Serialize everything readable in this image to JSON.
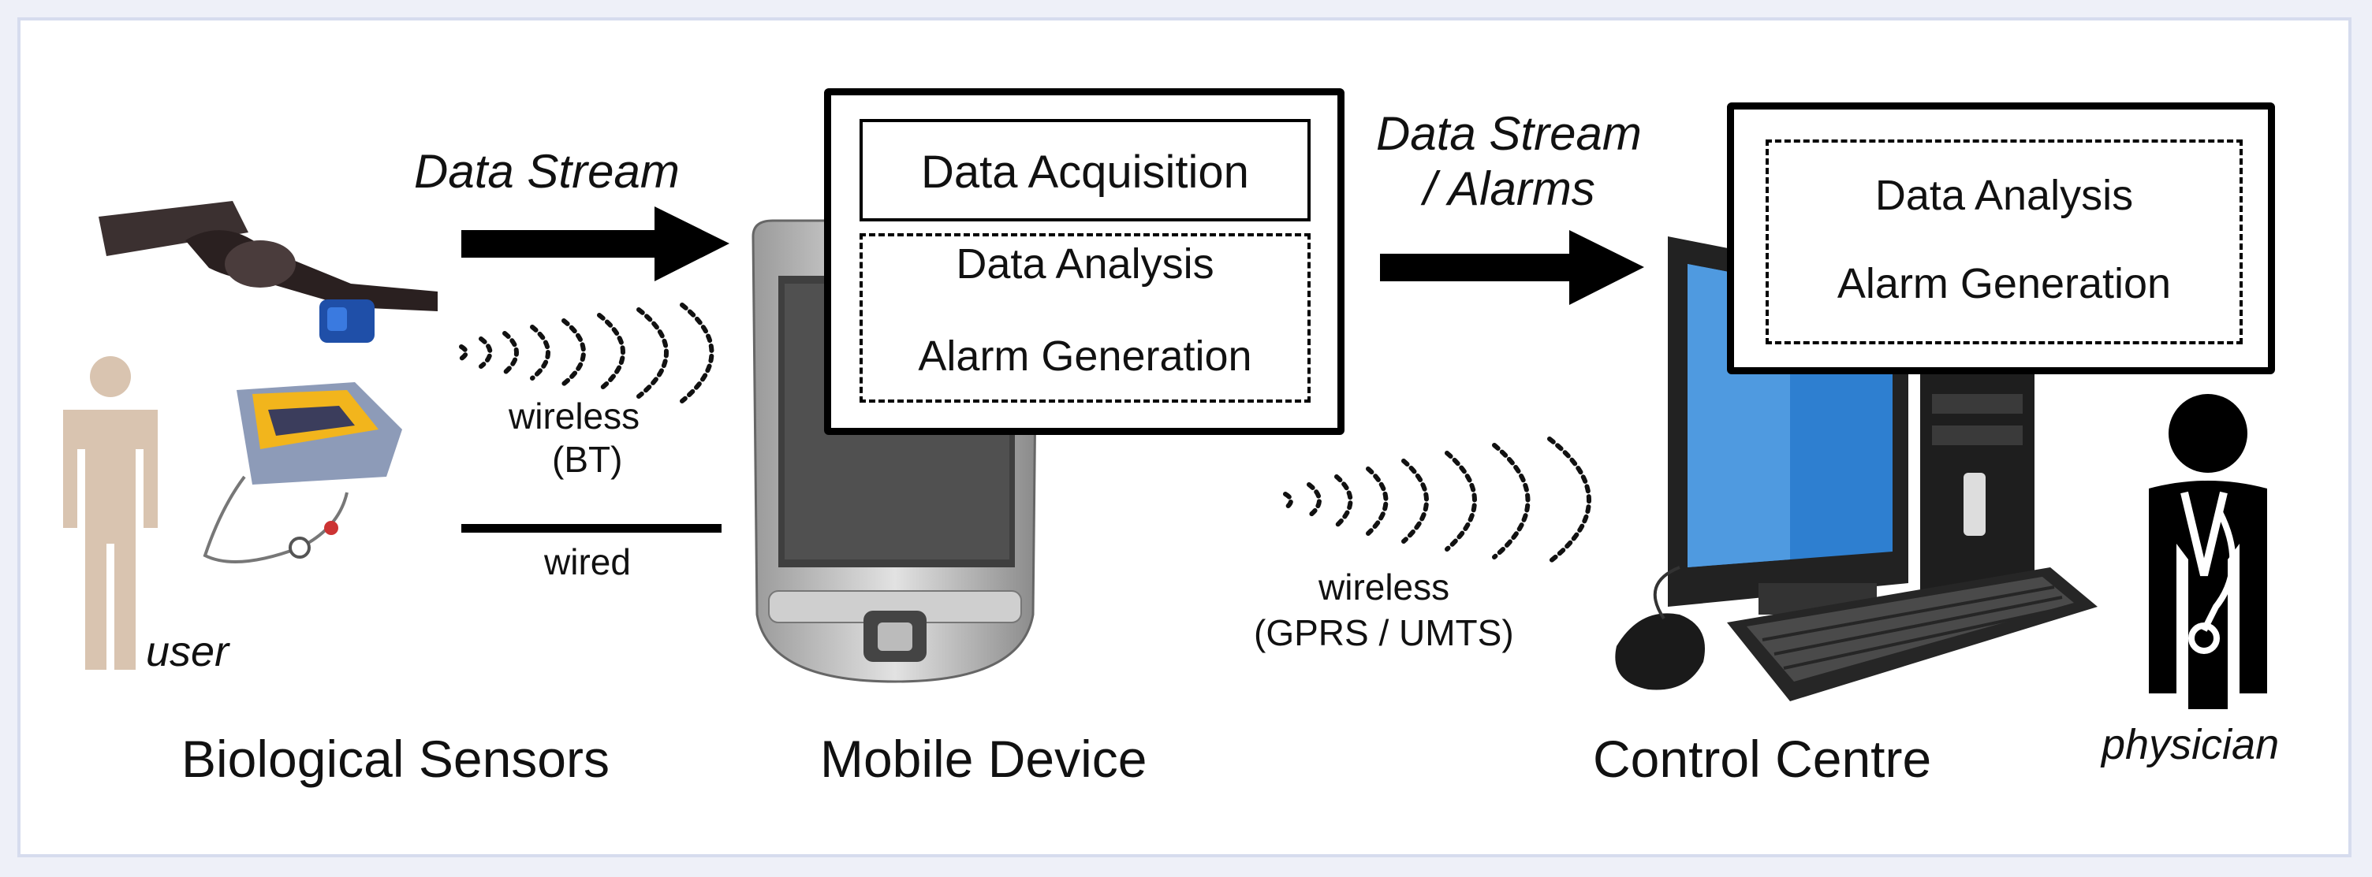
{
  "sensors": {
    "stream_label": "Data Stream",
    "wireless_label": "wireless",
    "wireless_sub": "(BT)",
    "wired_label": "wired",
    "user_label": "user",
    "caption": "Biological Sensors"
  },
  "mobile": {
    "box_item_1": "Data Acquisition",
    "box_item_2": "Data Analysis",
    "box_item_3": "Alarm Generation",
    "caption": "Mobile Device"
  },
  "link": {
    "stream_label_1": "Data Stream",
    "stream_label_2": "/ Alarms",
    "wireless_label": "wireless",
    "wireless_sub": "(GPRS / UMTS)"
  },
  "control": {
    "box_item_1": "Data Analysis",
    "box_item_2": "Alarm Generation",
    "caption": "Control Centre",
    "physician_label": "physician"
  },
  "colors": {
    "frame_border": "#d6dcee",
    "skin": "#d9c4b0",
    "screen_blue": "#2e7fd0",
    "strap": "#3b3030",
    "sensor_yellow": "#f2b51c"
  },
  "icons": [
    "user-figure-icon",
    "sensor-strap-icon",
    "ecg-sensor-icon",
    "pda-icon",
    "desktop-computer-icon",
    "physician-icon",
    "wireless-waves-icon"
  ]
}
